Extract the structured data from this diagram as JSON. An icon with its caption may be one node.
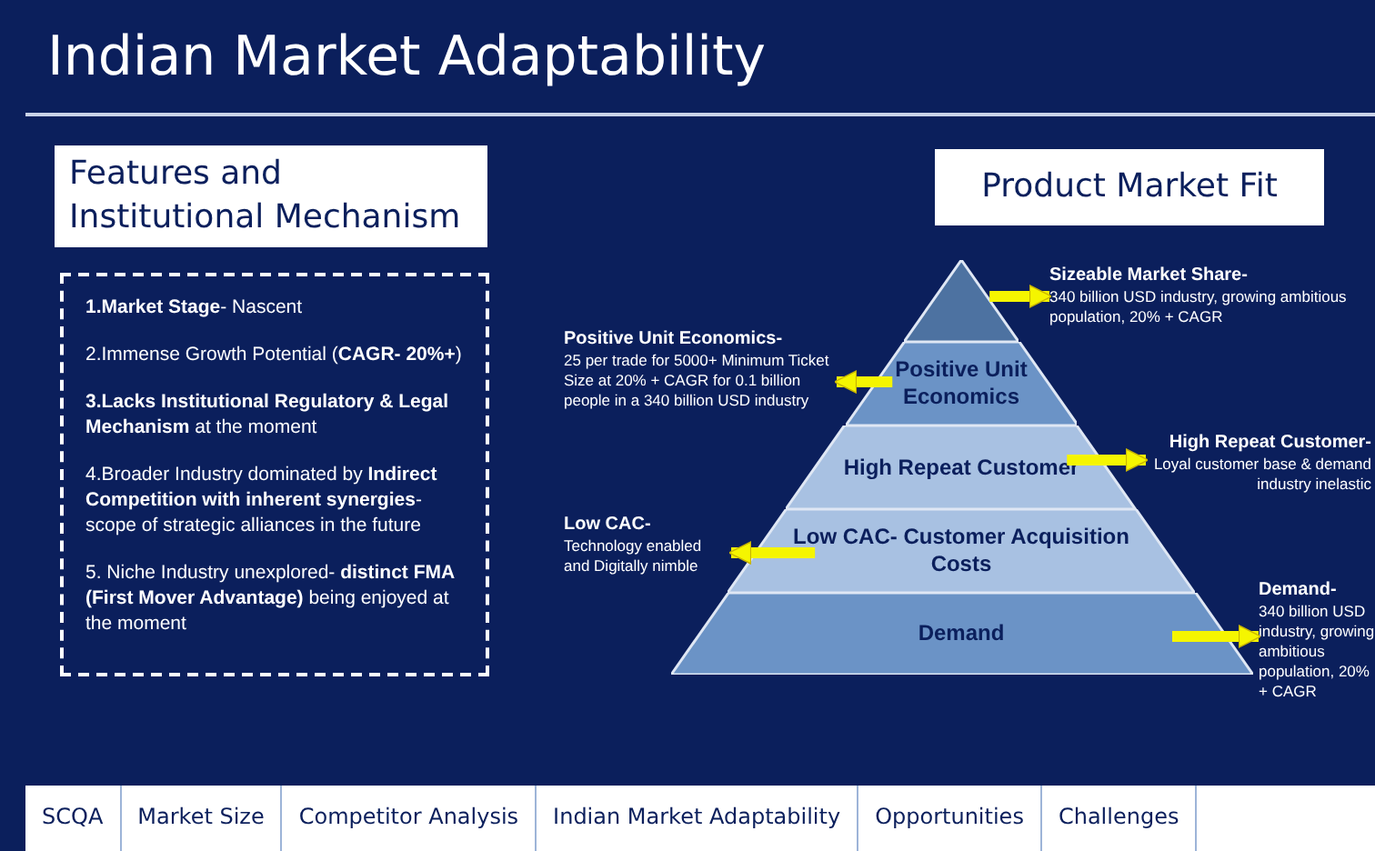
{
  "diagram": {
    "title": "Indian Market Adaptability",
    "nodes": [
      {
        "text": [
          "Features and Institutional Mechanism"
        ]
      },
      {
        "text": [
          "**1.Market Stage**- Nascent",
          "2.Immense Growth Potential (**CAGR- 20%+**)",
          "**3.Lacks Institutional Regulatory & Legal Mechanism** at the moment",
          "4.Broader Industry dominated by **Indirect Competition with inherent synergies**- scope of strategic alliances in the future",
          "5. Niche Industry unexplored- **distinct FMA (First Mover Advantage)** being enjoyed at the moment"
        ]
      },
      {
        "text": [
          "Product Market Fit"
        ]
      },
      {
        "text": [],
        "shape": "triangle"
      },
      {
        "text": [
          "Positive Unit Economics"
        ]
      },
      {
        "text": [
          "High Repeat Customer"
        ]
      },
      {
        "text": [
          "Low CAC- Customer Acquisition Costs"
        ]
      },
      {
        "text": [
          "Demand"
        ]
      },
      {
        "text": [
          "Sizeable Market Share-",
          "340 billion USD industry, growing ambitious population, 20% + CAGR"
        ]
      },
      {
        "text": [
          "Positive Unit Economics-",
          "25 per trade for 5000+ Minimum Ticket Size at 20% + CAGR for 0.1 billion people in a 340 billion USD industry"
        ]
      },
      {
        "text": [
          "High Repeat Customer-",
          "Loyal customer base & demand industry inelastic"
        ]
      },
      {
        "text": [
          "Low CAC-",
          "Technology enabled and Digitally nimble"
        ]
      },
      {
        "text": [
          "Demand-",
          "340 billion USD industry, growing ambitious population, 20% + CAGR"
        ]
      }
    ],
    "edges": [
      {
        "from": 3,
        "to": 8,
        "arrow": "to"
      },
      {
        "from": 4,
        "to": 9,
        "arrow": "to"
      },
      {
        "from": 5,
        "to": 10,
        "arrow": "to"
      },
      {
        "from": 6,
        "to": 11,
        "arrow": "to"
      },
      {
        "from": 7,
        "to": 12,
        "arrow": "to"
      }
    ],
    "labels": [
      "SCQA",
      "Market Size",
      "Competitor Analysis",
      "Indian Market Adaptability",
      "Opportunities",
      "Challenges"
    ]
  }
}
